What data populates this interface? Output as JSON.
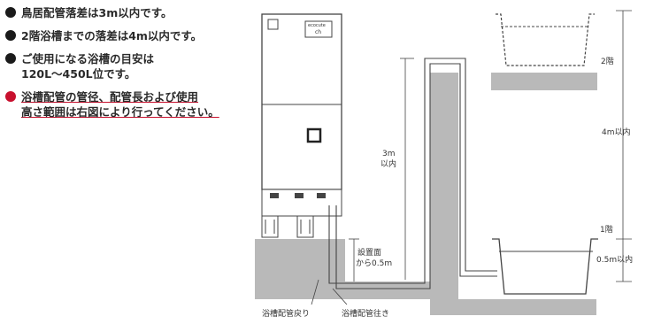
{
  "notes": [
    {
      "lines": [
        "鳥居配管落差は3m以内です。"
      ],
      "accent": false
    },
    {
      "lines": [
        "2階浴槽までの落差は4m以内です。"
      ],
      "accent": false
    },
    {
      "lines": [
        "ご使用になる浴槽の目安は",
        "120L～450L位です。"
      ],
      "accent": false
    },
    {
      "lines": [
        "浴槽配管の管径、配管長および使用",
        "高さ範囲は右図により行ってください。"
      ],
      "accent": true
    }
  ],
  "labels": {
    "floor2": "2階",
    "floor1": "1階",
    "dim_4m": "4m以内",
    "dim_3m_a": "3m",
    "dim_3m_b": "以内",
    "dim_05m": "0.5m以内",
    "ground_a": "設置面",
    "ground_b": "から0.5m",
    "pipe_return": "浴槽配管戻り",
    "pipe_supply": "浴槽配管往き",
    "unit_brand": "ecocute",
    "unit_panel": "ch"
  },
  "colors": {
    "accent": "#c8102e",
    "ground": "#b9b9b9",
    "line": "#444444"
  }
}
